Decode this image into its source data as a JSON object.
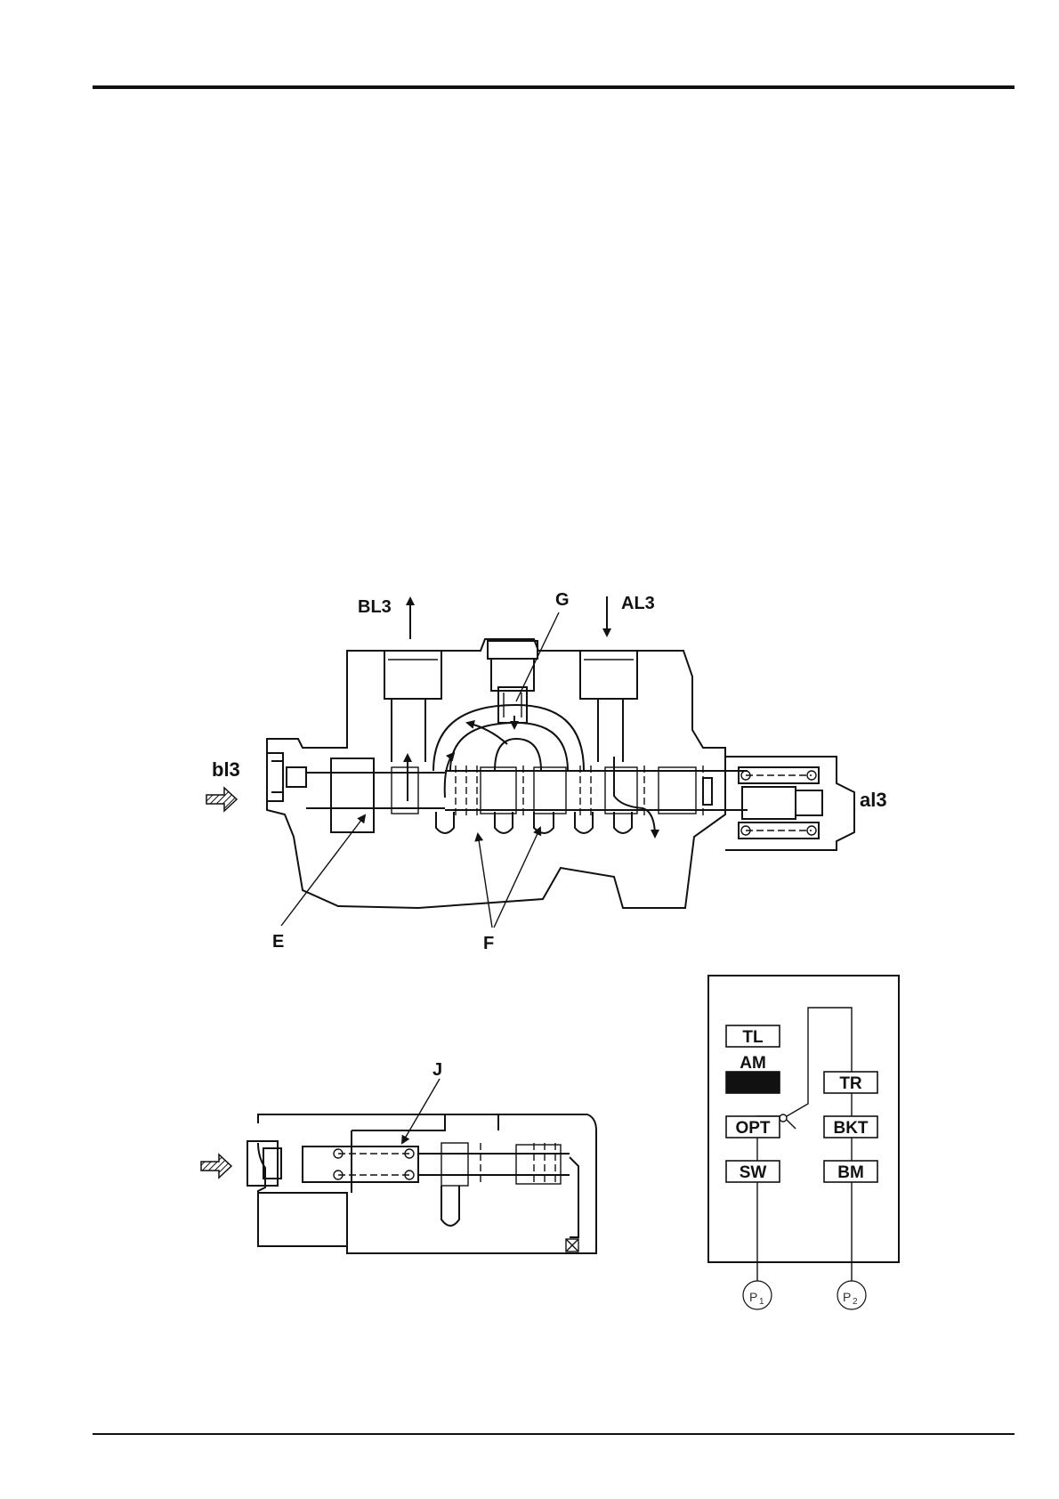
{
  "diagram": {
    "main_valve_labels": {
      "port_bl3": "BL3",
      "port_al3": "AL3",
      "pilot_bl3": "bl3",
      "pilot_al3": "al3",
      "callout_g": "G",
      "callout_e": "E",
      "callout_f": "F"
    },
    "detail_label_j": "J",
    "schematic": {
      "blocks": [
        {
          "label": "TL",
          "highlighted": false
        },
        {
          "label": "AM",
          "highlighted": true
        },
        {
          "label": "TR",
          "highlighted": false
        },
        {
          "label": "OPT",
          "highlighted": false
        },
        {
          "label": "BKT",
          "highlighted": false
        },
        {
          "label": "SW",
          "highlighted": false
        },
        {
          "label": "BM",
          "highlighted": false
        }
      ],
      "pump_1": {
        "letter": "P",
        "sub": "1"
      },
      "pump_2": {
        "letter": "P",
        "sub": "2"
      },
      "highlight_color": "#111111"
    }
  }
}
